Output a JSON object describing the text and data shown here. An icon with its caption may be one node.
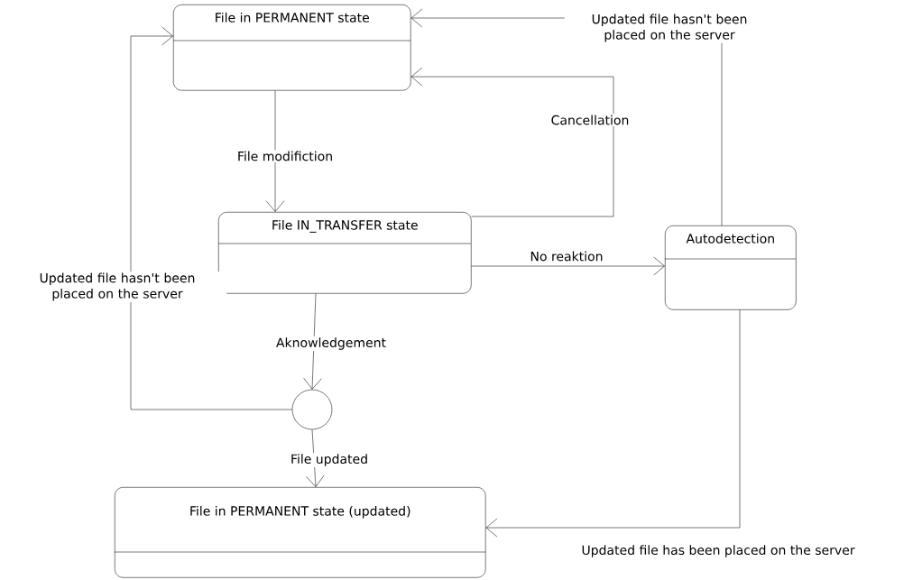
{
  "diagram": {
    "nodes": [
      {
        "text": [
          "File in PERMANENT state"
        ]
      },
      {
        "text": [
          "File IN_TRANSFER state"
        ]
      },
      {
        "text": [
          "Autodetection"
        ]
      },
      {
        "text": [],
        "shape": "circle"
      },
      {
        "text": [
          "File in PERMANENT state (updated)"
        ]
      }
    ],
    "edges": [
      {
        "from": 0,
        "to": 1,
        "arrow": "to",
        "label": "File modifiction"
      },
      {
        "from": 1,
        "to": 0,
        "arrow": "to",
        "label": "Cancellation"
      },
      {
        "from": 1,
        "to": 2,
        "arrow": "to",
        "label": "No reaktion"
      },
      {
        "from": 2,
        "to": 0,
        "arrow": "to",
        "label": "Updated file hasn't been placed on the server"
      },
      {
        "from": 1,
        "to": 3,
        "arrow": "to",
        "label": "Aknowledgement"
      },
      {
        "from": 3,
        "to": 0,
        "arrow": "to",
        "label": "Updated file hasn't been placed on the server"
      },
      {
        "from": 3,
        "to": 4,
        "arrow": "to",
        "label": "File updated"
      },
      {
        "from": 2,
        "to": 4,
        "arrow": "to",
        "label": "Updated file has been placed on the server"
      }
    ]
  }
}
